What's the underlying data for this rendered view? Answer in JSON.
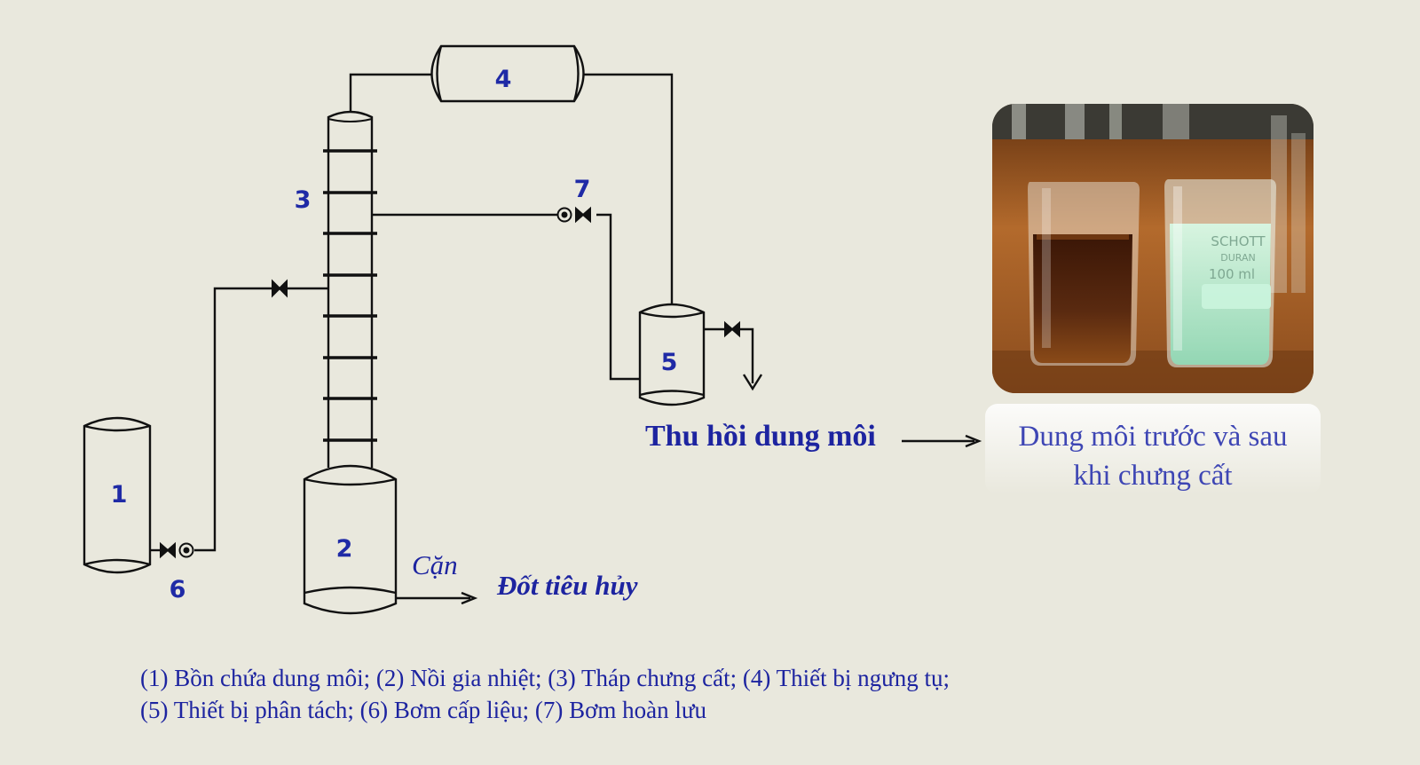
{
  "equipment_labels": {
    "n1": "1",
    "n2": "2",
    "n3": "3",
    "n4": "4",
    "n5": "5",
    "n6": "6",
    "n7": "7"
  },
  "flow_labels": {
    "recovery": "Thu hồi dung môi",
    "residue": "Cặn",
    "incinerate": "Đốt tiêu hủy"
  },
  "photo": {
    "caption_line1": "Dung môi trước và sau",
    "caption_line2": "khi chưng cất",
    "beaker_print_1": "SCHOTT",
    "beaker_print_2": "DURAN",
    "beaker_print_3": "100 ml",
    "colors": {
      "dirty_solvent": "#5a2a10",
      "clean_solvent": "#b8f0d6",
      "table": "#b36a2c"
    }
  },
  "legend": {
    "line1": "(1) Bồn chứa dung môi; (2) Nồi gia nhiệt; (3) Tháp chưng cất; (4) Thiết bị ngưng tụ;",
    "line2": "(5) Thiết bị phân tách;  (6) Bơm cấp liệu;  (7) Bơm hoàn lưu"
  },
  "colors": {
    "background": "#e9e8dd",
    "line": "#111111",
    "label_blue": "#1d24a0"
  }
}
